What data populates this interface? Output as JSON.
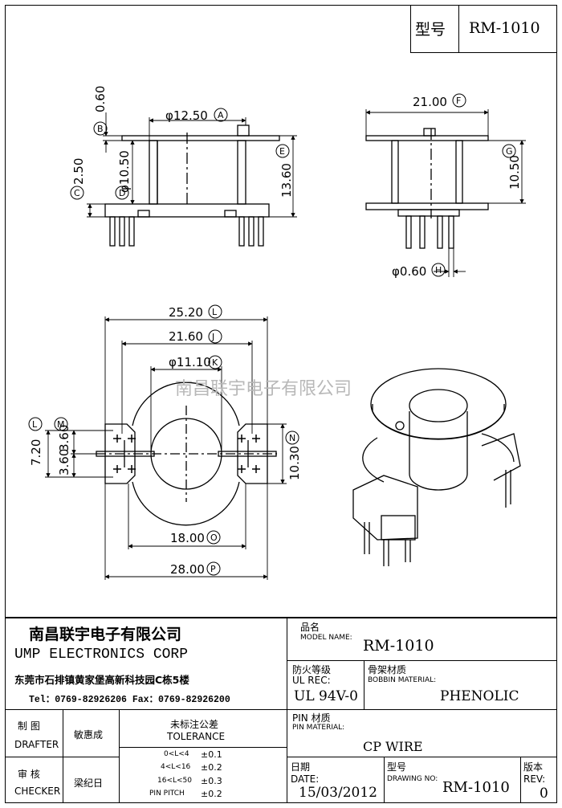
{
  "header": {
    "type_label": "型号",
    "model": "RM-1010"
  },
  "dims": {
    "a": "φ12.50",
    "b": "0.60",
    "c": "2.50",
    "d": "φ10.50",
    "e": "13.60",
    "f": "21.00",
    "g": "10.50",
    "h": "φ0.60",
    "l": "25.20",
    "j": "21.60",
    "k": "φ11.10",
    "l2": "7.20",
    "m": "3.60",
    "m2": "3.60",
    "n": "10.30",
    "o": "18.00",
    "p": "28.00"
  },
  "markers": {
    "a": "A",
    "b": "B",
    "c": "C",
    "d": "D",
    "e": "E",
    "f": "F",
    "g": "G",
    "h": "H",
    "l": "L",
    "j": "J",
    "k": "K",
    "m": "M",
    "n": "N",
    "o": "O",
    "p": "P"
  },
  "watermark": "南昌联宇电子有限公司",
  "company": {
    "name_cn": "南昌联宇电子有限公司",
    "name_en": "UMP ELECTRONICS CORP",
    "address": "东莞市石排镇黄家堡高新科技园C栋5楼",
    "contact": "Tel：0769-82926206 Fax：0769-82926200"
  },
  "title_block": {
    "model_cn": "品名",
    "model_en": "MODEL NAME:",
    "model_value": "RM-1010",
    "ul_cn": "防火等级",
    "ul_en": "UL REC:",
    "ul_value": "UL 94V-0",
    "bobbin_cn": "骨架材质",
    "bobbin_en": "BOBBIN MATERIAL:",
    "bobbin_value": "PHENOLIC",
    "pin_cn": "PIN 材质",
    "pin_en": "PIN MATERIAL:",
    "pin_value": "CP WIRE",
    "date_cn": "日期",
    "date_en": "DATE:",
    "date_value": "15/03/2012",
    "drawing_cn": "型号",
    "drawing_en": "DRAWING NO:",
    "drawing_value": "RM-1010",
    "rev_cn": "版本",
    "rev_en": "REV:",
    "rev_value": "0",
    "drafter_cn": "制 图",
    "drafter_en": "DRAFTER",
    "drafter_name": "敏惠成",
    "checker_cn": "审 核",
    "checker_en": "CHECKER",
    "checker_name": "梁纪日",
    "tolerance_cn": "未标注公差",
    "tolerance_en": "TOLERANCE",
    "tolerances": [
      {
        "range": "0<L<4",
        "value": "±0.1"
      },
      {
        "range": "4<L<16",
        "value": "±0.2"
      },
      {
        "range": "16<L<50",
        "value": "±0.3"
      },
      {
        "range": "PIN PITCH",
        "value": "±0.2"
      }
    ]
  }
}
